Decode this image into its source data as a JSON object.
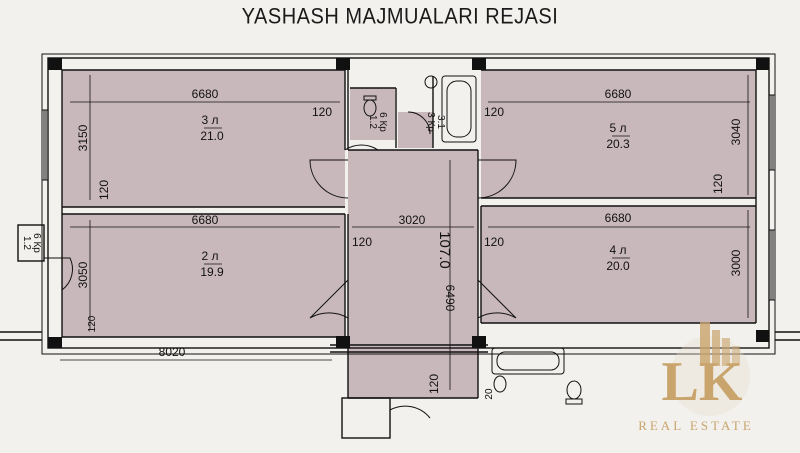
{
  "title": "YASHASH MAJMUALARI REJASI",
  "colors": {
    "room_fill": "#c9b8bb",
    "wall": "#111111",
    "background": "#f2f1ee",
    "brand_gold": "#c9a46c"
  },
  "rooms": [
    {
      "id": "room3",
      "name": "3 л",
      "area": "21.0",
      "width": "6680",
      "height": "3150"
    },
    {
      "id": "room2",
      "name": "2 л",
      "area": "19.9",
      "width": "6680",
      "height": "3050"
    },
    {
      "id": "room5",
      "name": "5 л",
      "area": "20.3",
      "width": "6680",
      "height": "3040"
    },
    {
      "id": "room4",
      "name": "4 л",
      "area": "20.0",
      "width": "6680",
      "height": "3000"
    }
  ],
  "small_rooms": [
    {
      "id": "wc",
      "name": "6 Кр",
      "area": "1.2"
    },
    {
      "id": "bath",
      "name": "3 Кр",
      "area": "3.1"
    },
    {
      "id": "balcony",
      "name": "6 Кр",
      "area": "1.2"
    }
  ],
  "dimensions": {
    "corridor_width": "3020",
    "corridor_length": "6490",
    "total_area": "107.0",
    "bottom_length": "8020",
    "wall": "120",
    "wall_short": "20"
  },
  "logo": {
    "letters": "LK",
    "tagline": "REAL ESTATE"
  },
  "icons": [
    "door-swing-icon",
    "bathtub-icon",
    "toilet-icon",
    "sink-icon",
    "building-logo-icon"
  ]
}
